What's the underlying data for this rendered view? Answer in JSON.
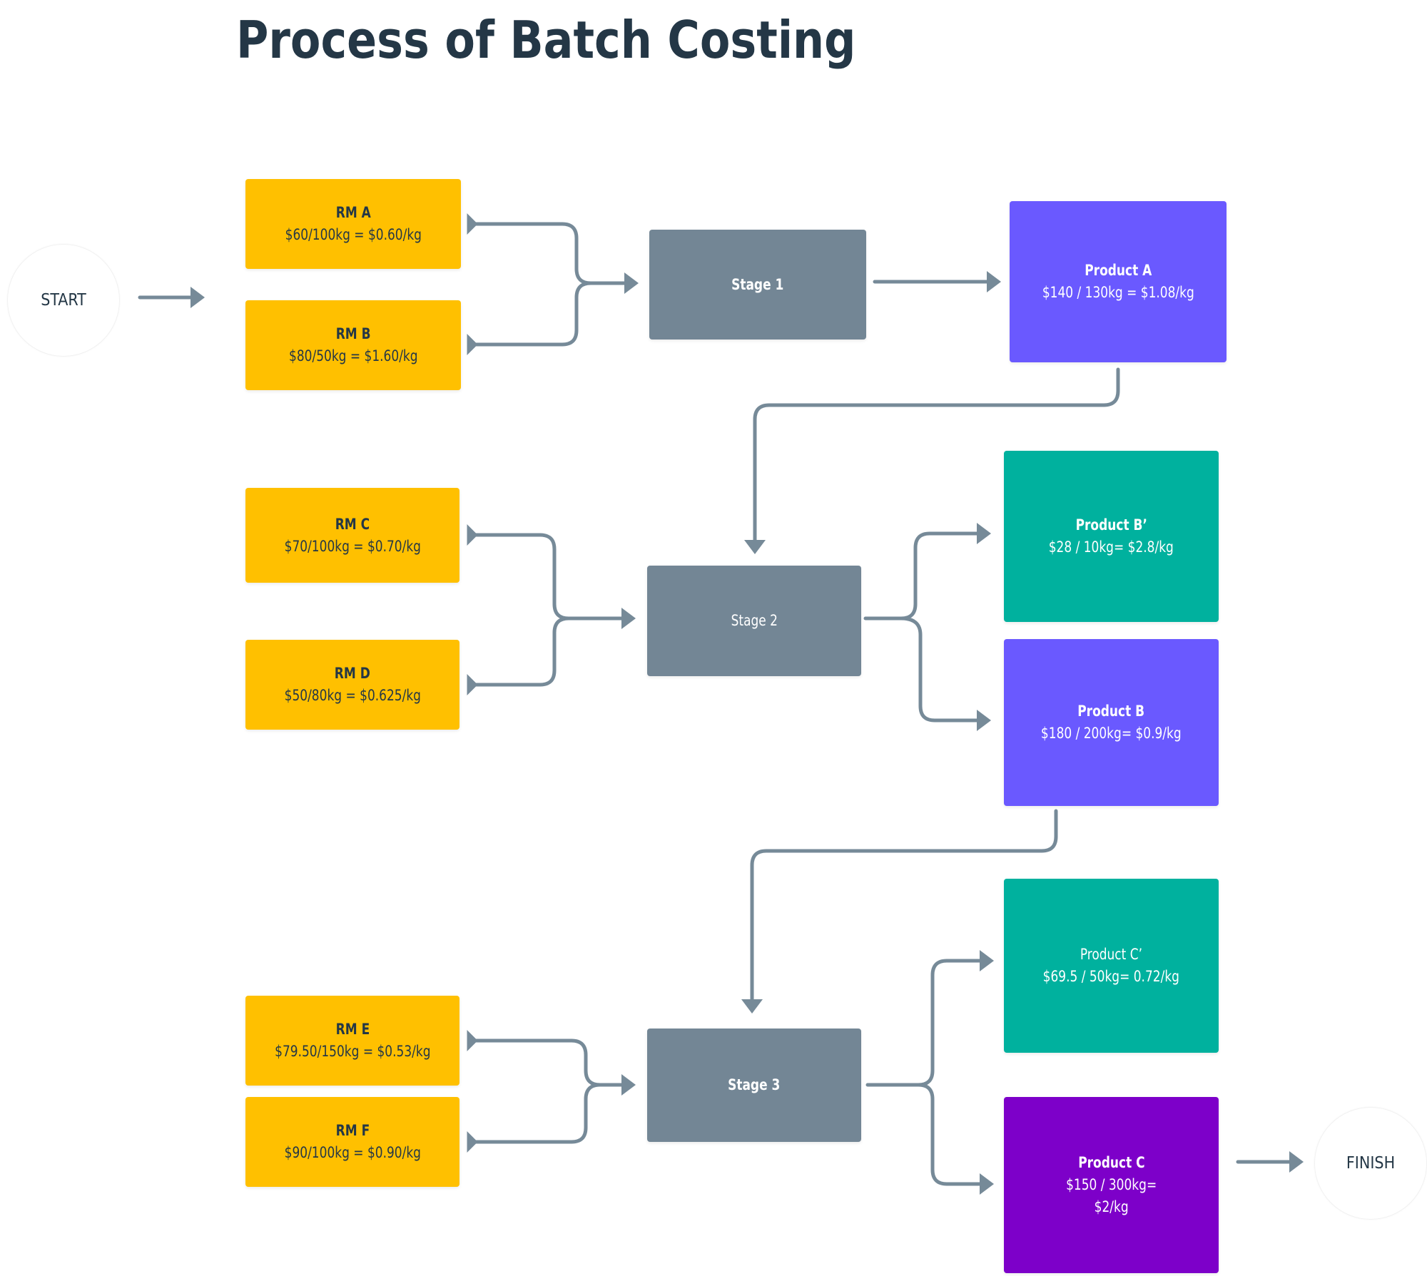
{
  "title": "Process of Batch Costing",
  "terminals": {
    "start": "START",
    "finish": "FINISH"
  },
  "raw_materials": [
    {
      "name": "RM A",
      "calc": "$60/100kg = $0.60/kg"
    },
    {
      "name": "RM B",
      "calc": "$80/50kg = $1.60/kg"
    },
    {
      "name": "RM C",
      "calc": "$70/100kg = $0.70/kg"
    },
    {
      "name": "RM D",
      "calc": "$50/80kg = $0.625/kg"
    },
    {
      "name": "RM E",
      "calc": "$79.50/150kg = $0.53/kg"
    },
    {
      "name": "RM F",
      "calc": "$90/100kg = $0.90/kg"
    }
  ],
  "stages": [
    {
      "name": "Stage 1"
    },
    {
      "name": "Stage 2"
    },
    {
      "name": "Stage 3"
    }
  ],
  "products": [
    {
      "name": "Product A",
      "calc": "$140 / 130kg = $1.08/kg",
      "color": "#6a59ff"
    },
    {
      "name": "Product B’",
      "calc": "$28 / 10kg= $2.8/kg",
      "color": "#00b19e"
    },
    {
      "name": "Product B",
      "calc": "$180 / 200kg= $0.9/kg",
      "color": "#6a59ff"
    },
    {
      "name": "Product C’",
      "calc": "$69.5 / 50kg= 0.72/kg",
      "color": "#00b19e"
    },
    {
      "name": "Product C",
      "calc_line1": "$150 / 300kg=",
      "calc_line2": "$2/kg",
      "color": "#7d00c9"
    }
  ],
  "colors": {
    "raw_material": "#ffc000",
    "stage": "#738695",
    "connector": "#768a98",
    "title_text": "#243746"
  }
}
